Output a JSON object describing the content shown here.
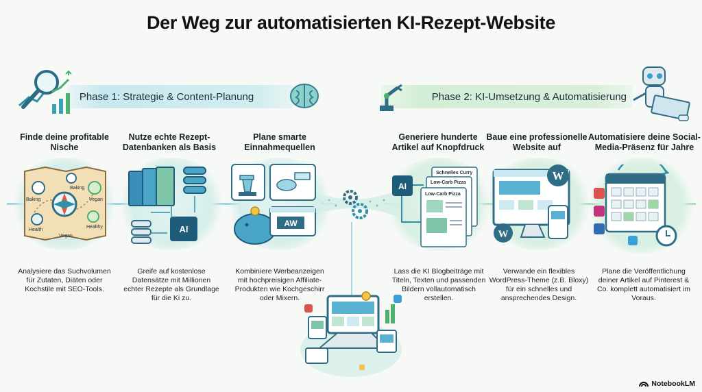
{
  "title": "Der Weg zur automatisierten KI-Rezept-Website",
  "phases": [
    {
      "label": "Phase 1: Strategie & Content-Planung"
    },
    {
      "label": "Phase 2: KI-Umsetzung & Automatisierung"
    }
  ],
  "steps": [
    {
      "heading": "Finde deine profitable Nische",
      "description": "Analysiere das Suchvolumen für Zutaten, Diäten oder Kochstile mit SEO-Tools."
    },
    {
      "heading": "Nutze echte Rezept-Datenbanken als Basis",
      "description": "Greife auf kostenlose Datensätze mit Millionen echter Rezepte als Grundlage für die Ki zu."
    },
    {
      "heading": "Plane smarte Einnahmequellen",
      "description": "Kombiniere Werbeanzeigen mit hochpreisigen Affiliate-Produkten wie Kochgeschirr oder Mixern."
    },
    {
      "heading": "Generiere hunderte Artikel auf Knopfdruck",
      "description": "Lass die KI Blogbeiträge mit Titeln, Texten und passenden Bildern vollautomatisch erstellen."
    },
    {
      "heading": "Baue eine professionelle Website auf",
      "description": "Verwande ein flexibles WordPress-Theme (z.B. Bloxy) für ein schnelles und ansprechendes Design."
    },
    {
      "heading": "Automatisiere deine Social-Media-Präsenz für Jahre",
      "description": "Plane die Veröffentlichung deiner Artikel auf Pinterest & Co. komplett automatisiert im Voraus."
    }
  ],
  "map_labels": [
    "Baking",
    "Baking",
    "Vegan",
    "Health",
    "Healthy",
    "Vegan"
  ],
  "ai_chip_label": "AI",
  "ad_label": "AW",
  "article_labels": [
    "Schnelles Curry",
    "Low-Carb Pizza",
    "Low-Carb Pizza"
  ],
  "brand": "NotebookLM",
  "colors": {
    "teal": "#2f8fa6",
    "green": "#4caf6e",
    "blue": "#2f6db3",
    "accent": "#c7e8ef"
  }
}
